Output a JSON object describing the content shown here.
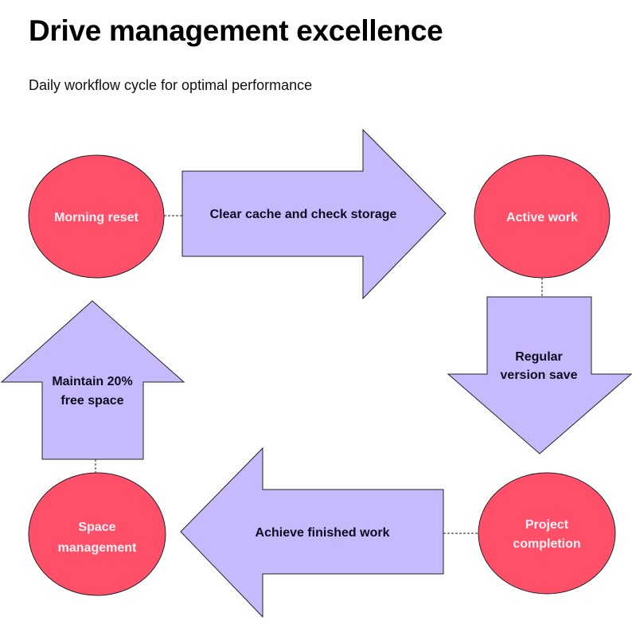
{
  "title": "Drive management excellence",
  "subtitle": "Daily workflow cycle for optimal performance",
  "colors": {
    "circle": "#FF4F69",
    "arrow": "#C6B9FC",
    "stroke": "#222222"
  },
  "nodes": {
    "morning_reset": "Morning reset",
    "active_work": "Active work",
    "project_completion": [
      "Project",
      "completion"
    ],
    "space_management": [
      "Space",
      "management"
    ]
  },
  "arrows": {
    "clear_cache": "Clear cache and check storage",
    "version_save": [
      "Regular",
      "version save"
    ],
    "achieve": "Achieve finished work",
    "free_space": [
      "Maintain 20%",
      "free space"
    ]
  }
}
